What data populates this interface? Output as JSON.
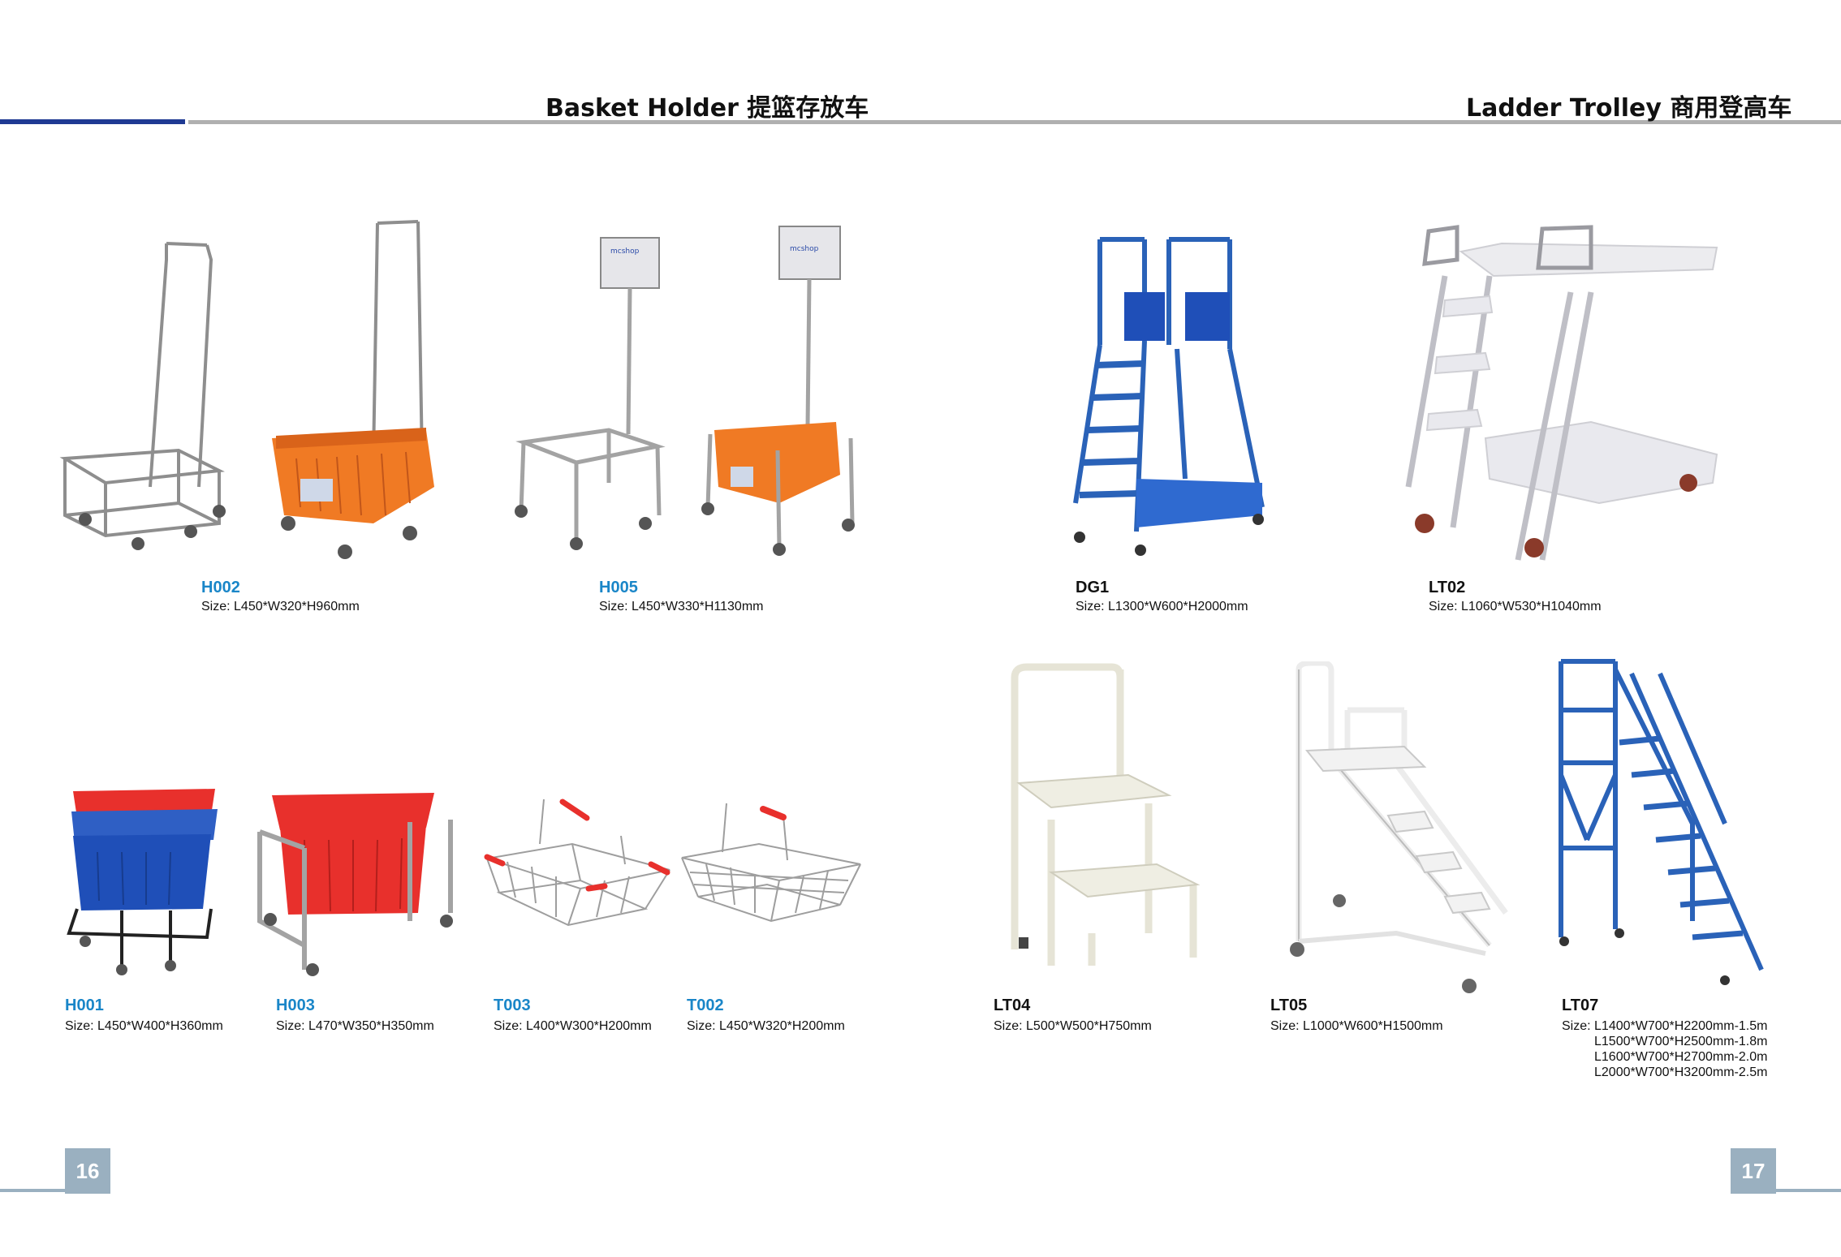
{
  "left_page": {
    "header": {
      "title": "Basket Holder  提篮存放车"
    },
    "page_number": "16",
    "products": [
      {
        "code": "H002",
        "size": "Size: L450*W320*H960mm"
      },
      {
        "code": "H005",
        "size": "Size: L450*W330*H1130mm"
      },
      {
        "code": "H001",
        "size": "Size: L450*W400*H360mm"
      },
      {
        "code": "H003",
        "size": "Size: L470*W350*H350mm"
      },
      {
        "code": "T003",
        "size": "Size: L400*W300*H200mm"
      },
      {
        "code": "T002",
        "size": "Size: L450*W320*H200mm"
      }
    ],
    "sign_text": "mcshop"
  },
  "right_page": {
    "header": {
      "title": "Ladder Trolley  商用登高车"
    },
    "page_number": "17",
    "products": [
      {
        "code": "DG1",
        "size": "Size: L1300*W600*H2000mm"
      },
      {
        "code": "LT02",
        "size": "Size: L1060*W530*H1040mm"
      },
      {
        "code": "LT04",
        "size": "Size: L500*W500*H750mm"
      },
      {
        "code": "LT05",
        "size": "Size: L1000*W600*H1500mm"
      },
      {
        "code": "LT07",
        "size": "Size: L1400*W700*H2200mm-1.5m\n         L1500*W700*H2500mm-1.8m\n         L1600*W700*H2700mm-2.0m\n         L2000*W700*H3200mm-2.5m"
      }
    ]
  },
  "colors": {
    "accent_blue": "#1a86c8",
    "navy_rule": "#1f3a93",
    "grey_rule": "#b0b0b0",
    "page_tab": "#9ab0c0",
    "orange_basket": "#f07a24",
    "red_basket": "#e8302c",
    "blue_steel": "#2a62b8",
    "cream_steel": "#ecebe0"
  }
}
